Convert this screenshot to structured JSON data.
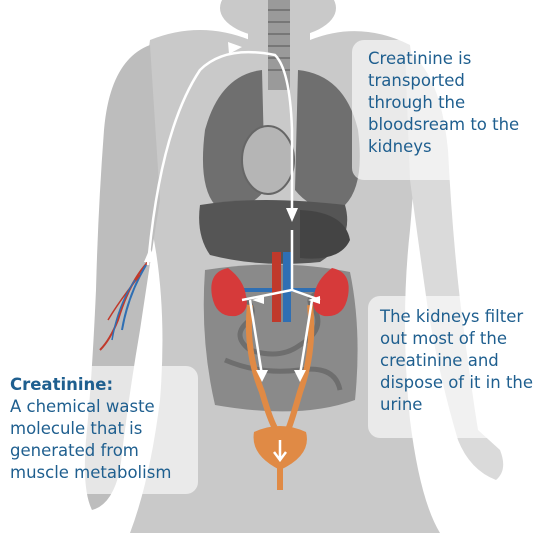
{
  "annotations": {
    "transport": "Creatinine is transported through the bloodsream to the kidneys",
    "filter": "The kidneys filter out most of the creatinine and dispose of it in the urine",
    "definition_term": "Creatinine:",
    "definition_text": "A chemical waste molecule that is generated from muscle metabolism"
  },
  "colors": {
    "body": "#c9c9c9",
    "organs": "#8a8a8a",
    "kidney": "#d63a3a",
    "bloodstream_arrow": "#ffffff",
    "ureter": "#e08a45",
    "vessel_red": "#c0392b",
    "vessel_blue": "#2f6fb3",
    "text": "#1f5f8f"
  }
}
